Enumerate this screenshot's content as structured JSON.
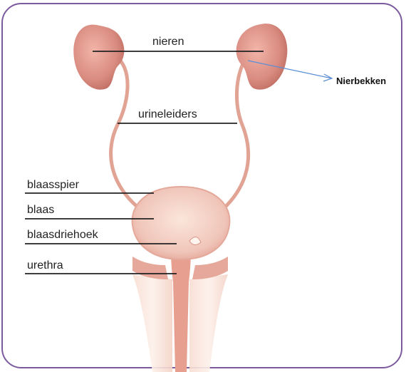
{
  "labels": {
    "nieren": "nieren",
    "urineleiders": "urineleiders",
    "blaasspier": "blaasspier",
    "blaas": "blaas",
    "blaasdriehoek": "blaasdriehoek",
    "urethra": "urethra",
    "nierbekken": "Nierbekken"
  },
  "colors": {
    "frame": "#7b5a9e",
    "organ": "#d98b80",
    "organ_light": "#f0c5b9",
    "bladder": "#f3cdbf",
    "leader_line": "#222222",
    "callout_arrow": "#5b8ed6"
  }
}
